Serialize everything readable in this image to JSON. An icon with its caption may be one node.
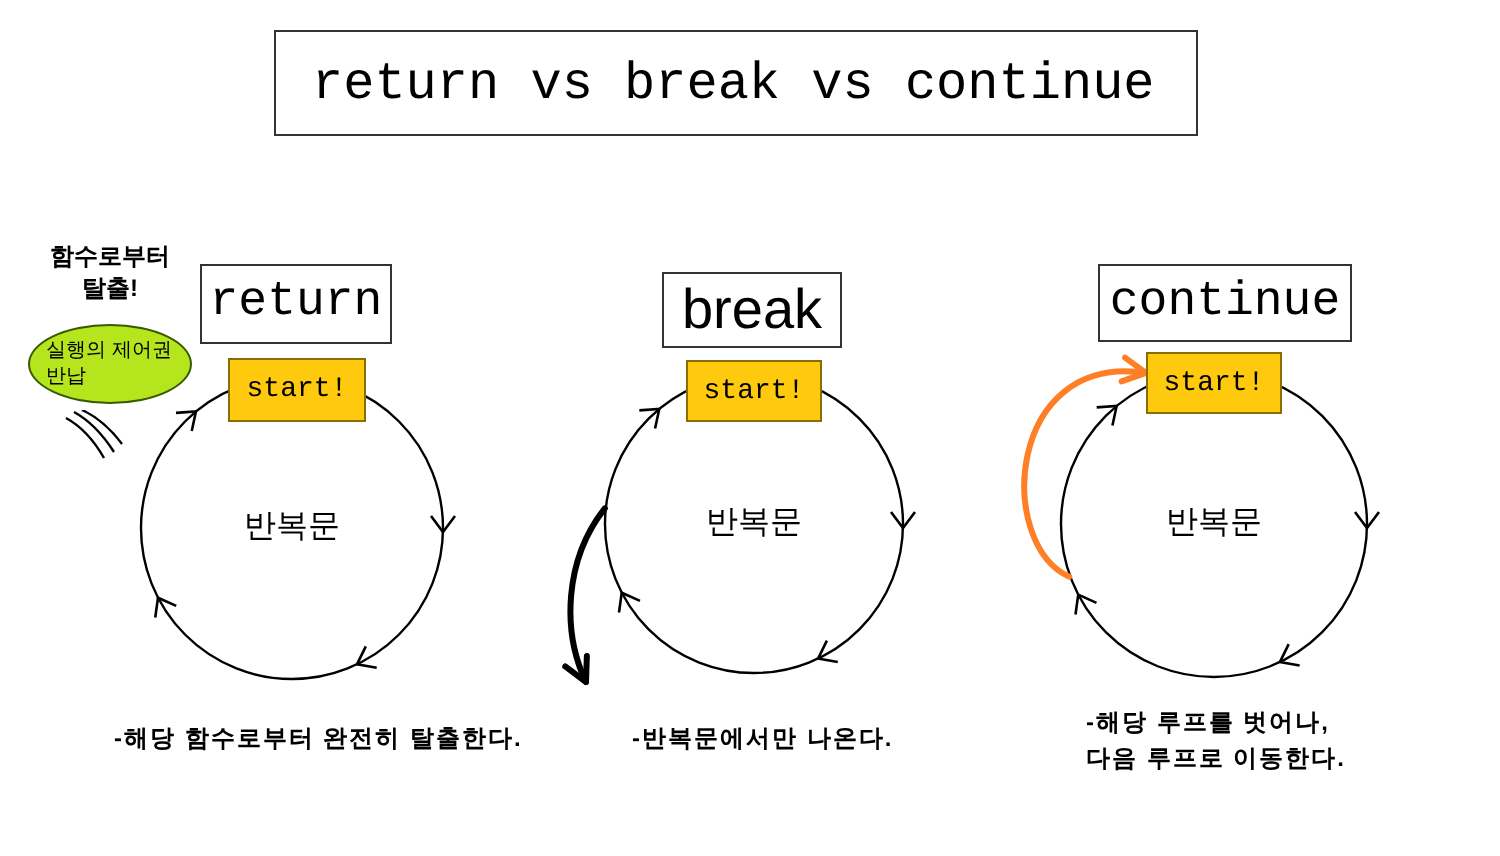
{
  "diagram": {
    "title": "return vs break vs continue",
    "nodes": [
      {
        "text": [
          "return"
        ]
      },
      {
        "text": [
          "start!"
        ]
      },
      {
        "text": [
          "반복문"
        ],
        "beside": [
          "-해당 함수로부터 완전히 탈출한다."
        ]
      },
      {
        "text": [
          "실행의 제어권 반납"
        ]
      },
      {
        "text": [
          "break"
        ]
      },
      {
        "text": [
          "start!"
        ]
      },
      {
        "text": [
          "반복문"
        ],
        "beside": [
          "-반복문에서만 나온다."
        ]
      },
      {
        "text": [
          "continue"
        ]
      },
      {
        "text": [
          "start!"
        ]
      },
      {
        "text": [
          "반복문"
        ],
        "beside": [
          "-해당 루프를 벗어나, 다음 루프로 이동한다."
        ]
      }
    ],
    "edges": [
      {
        "from": 6,
        "to": null,
        "arrow": "to"
      },
      {
        "from": 9,
        "to": 8,
        "arrow": "to",
        "color": "#ff7f27"
      }
    ],
    "labels": [
      "함수로부터 탈출!"
    ]
  }
}
